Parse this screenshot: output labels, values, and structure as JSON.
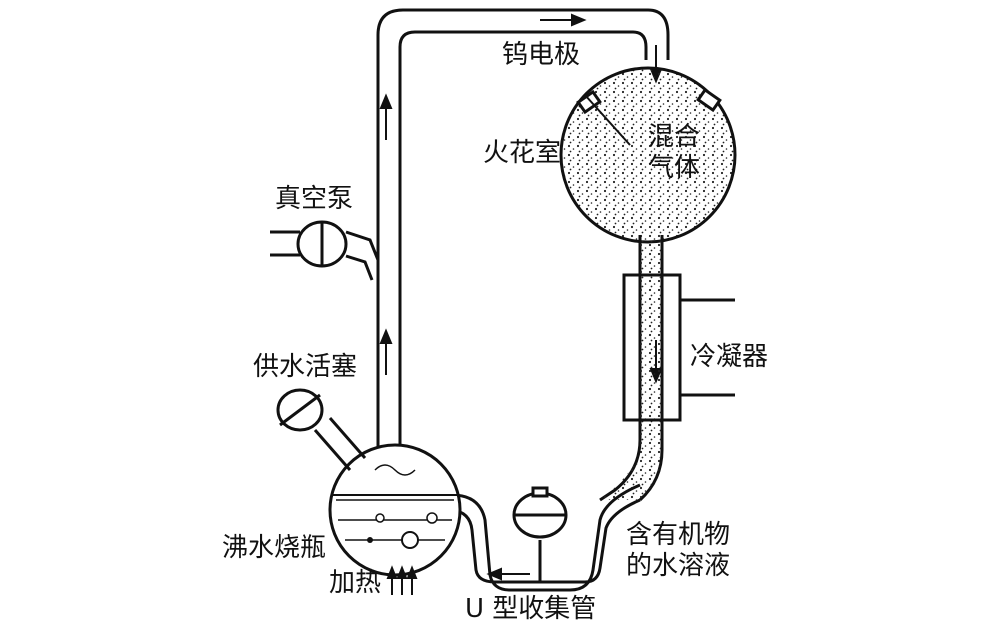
{
  "labels": {
    "electrode": "钨电极",
    "spark_chamber": "火花室",
    "mixed_gas": "混合\n气体",
    "vacuum_pump": "真空泵",
    "condenser": "冷凝器",
    "water_valve": "供水活塞",
    "boiling_flask": "沸水烧瓶",
    "heating": "加热",
    "organic_solution": "含有机物\n的水溶液",
    "u_tube": "U 型收集管"
  },
  "colors": {
    "line": "#111111",
    "background": "#ffffff",
    "speckle": "#222222"
  }
}
